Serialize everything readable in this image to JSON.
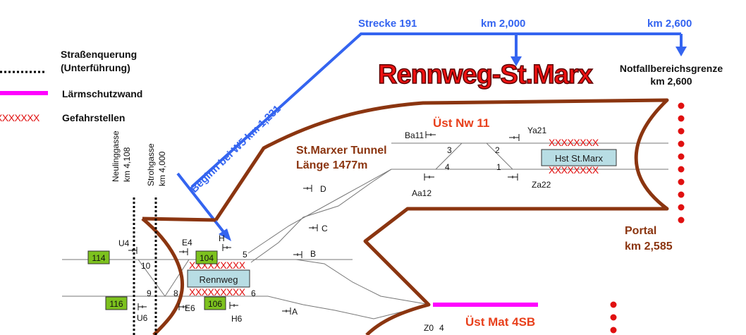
{
  "legend": {
    "road_crossing": "Straßenquerung",
    "underpass": "(Unterführung)",
    "noise_wall": "Lärmschutzwand",
    "danger_marker": "XXXXXXX",
    "danger_points": "Gefahrstellen"
  },
  "top": {
    "line": "Strecke 191",
    "km_a": "km 2,000",
    "km_b": "km 2,600",
    "emergency_boundary": "Notfallbereichsgrenze",
    "emergency_km": "km 2,600"
  },
  "title": "Rennweg-St.Marx",
  "start_label": "Beginn bei W5 km 1,231",
  "tunnel": {
    "name": "St.Marxer Tunnel",
    "length": "Länge 1477m"
  },
  "crossover_top": "Üst Nw 11",
  "crossover_bottom": "Üst Mat 4SB",
  "portal": {
    "label": "Portal",
    "km": "km 2,585"
  },
  "streets": {
    "neulinggasse": "Neulinggasse",
    "neulinggasse_km": "km 4,108",
    "strohgasse": "Strohgasse",
    "strohgasse_km": "km 4,000"
  },
  "stations": {
    "rennweg": "Rennweg",
    "st_marx": "Hst St.Marx"
  },
  "signals": {
    "ba11": "Ba11",
    "ya21": "Ya21",
    "aa12": "Aa12",
    "za22": "Za22",
    "d": "D",
    "c": "C",
    "b": "B",
    "a": "A",
    "u4": "U4",
    "u6": "U6",
    "e4": "E4",
    "e6": "E6",
    "h6": "H6",
    "h": "H",
    "z0": "Z0"
  },
  "switches": {
    "s1": "1",
    "s2": "2",
    "s3": "3",
    "s4": "4",
    "s5": "5",
    "s6": "6",
    "s8": "8",
    "s9": "9",
    "s10": "10",
    "z4": "4"
  },
  "track_badges": {
    "t114": "114",
    "t116": "116",
    "t104": "104",
    "t106": "106"
  },
  "danger_marks": {
    "x8": "XXXXXXXX",
    "x7": "XXXXXXX",
    "x9": "XXXXXXXXX"
  },
  "colors": {
    "line_blue": "#3464f0",
    "tunnel_brown": "#8b3510",
    "noise_wall_magenta": "#ff00ff",
    "danger_red": "#e01010",
    "badge_green": "#7dc21e",
    "station_fill": "#b8dde4"
  }
}
